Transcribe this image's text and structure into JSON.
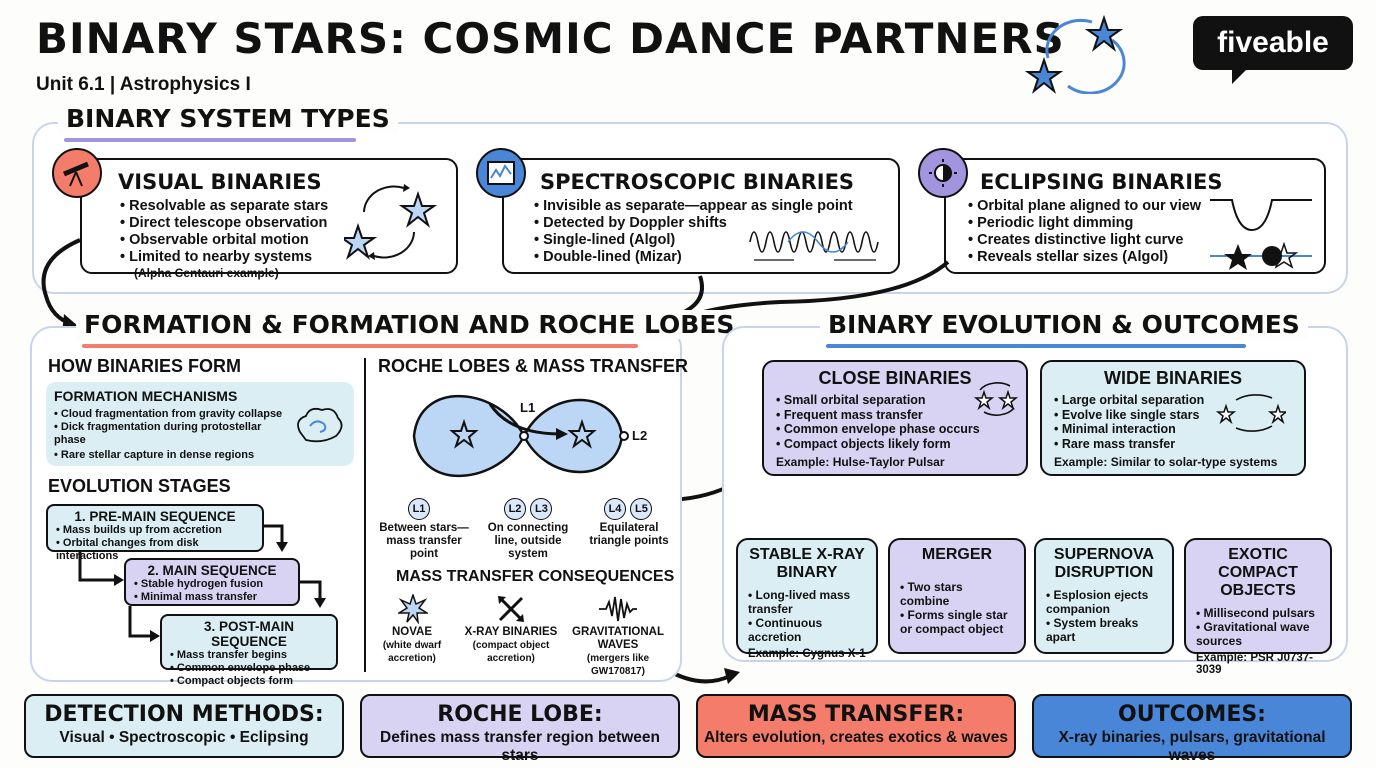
{
  "header": {
    "title": "BINARY STARS: COSMIC DANCE PARTNERS",
    "subtitle": "Unit 6.1 | Astrophysics I",
    "logo": "fiveable"
  },
  "colors": {
    "blue_fill": "#bcd7f5",
    "purple_fill": "#d9d3f3",
    "teal_fill": "#dbeef3",
    "coral": "#f47c6a",
    "blue": "#4a86d8",
    "purple": "#a394e0"
  },
  "types": {
    "heading": "BINARY SYSTEM TYPES",
    "visual": {
      "title": "VISUAL BINARIES",
      "icon": "telescope-icon",
      "items": [
        "Resolvable as separate stars",
        "Direct telescope observation",
        "Observable orbital motion",
        "Limited to nearby systems"
      ],
      "note": "(Alpha Centauri example)"
    },
    "spectroscopic": {
      "title": "SPECTROSCOPIC BINARIES",
      "icon": "spectrum-chart-icon",
      "items": [
        "Invisible as separate—appear as single point",
        "Detected by Doppler shifts",
        "Single-lined (Algol)",
        "Double-lined (Mizar)"
      ]
    },
    "eclipsing": {
      "title": "ECLIPSING BINARIES",
      "icon": "eclipse-icon",
      "items": [
        "Orbital plane aligned to our view",
        "Periodic light dimming",
        "Creates distinctive light curve",
        "Reveals stellar sizes (Algol)"
      ]
    }
  },
  "formation": {
    "heading": "FORMATION & FORMATION AND ROCHE LOBES",
    "how_heading": "HOW BINARIES FORM",
    "mech_heading": "FORMATION MECHANISMS",
    "mech_items": [
      "Cloud fragmentation from gravity collapse",
      "Dick fragmentation during protostellar phase",
      "Rare stellar capture in dense regions"
    ],
    "stages_heading": "EVOLUTION STAGES",
    "stages": [
      {
        "title": "1. PRE-MAIN SEQUENCE",
        "items": [
          "Mass builds up from accretion",
          "Orbital changes from disk interactions"
        ]
      },
      {
        "title": "2. MAIN SEQUENCE",
        "items": [
          "Stable hydrogen fusion",
          "Minimal mass transfer"
        ]
      },
      {
        "title": "3. POST-MAIN SEQUENCE",
        "items": [
          "Mass transfer begins",
          "Common envelope phase",
          "Compact objects form"
        ]
      }
    ],
    "roche_heading": "ROCHE LOBES & MASS TRANSFER",
    "l1": "L1",
    "l2": "L2",
    "lagrange": [
      {
        "badges": [
          "L1"
        ],
        "caption": "Between stars—mass transfer point"
      },
      {
        "badges": [
          "L2",
          "L3"
        ],
        "caption": "On connecting line, outside system"
      },
      {
        "badges": [
          "L4",
          "L5"
        ],
        "caption": "Equilateral triangle points"
      }
    ],
    "consequences_heading": "MASS TRANSFER CONSEQUENCES",
    "consequences": [
      {
        "title": "NOVAE",
        "note": "(white dwarf accretion)",
        "icon": "nova-burst-icon"
      },
      {
        "title": "X-RAY BINARIES",
        "note": "(compact object accretion)",
        "icon": "xray-arrows-icon"
      },
      {
        "title": "GRAVITATIONAL WAVES",
        "note": "(mergers like GW170817)",
        "icon": "waveform-icon"
      }
    ]
  },
  "evolution": {
    "heading": "BINARY EVOLUTION & OUTCOMES",
    "close": {
      "title": "CLOSE BINARIES",
      "items": [
        "Small orbital separation",
        "Frequent mass transfer",
        "Common envelope phase occurs",
        "Compact objects likely form"
      ],
      "example": "Example: Hulse-Taylor Pulsar"
    },
    "wide": {
      "title": "WIDE BINARIES",
      "items": [
        "Large orbital separation",
        "Evolve like single stars",
        "Minimal interaction",
        "Rare mass transfer"
      ],
      "example": "Example: Similar to solar-type systems"
    },
    "outcomes": [
      {
        "title": "STABLE X-RAY BINARY",
        "items": [
          "Long-lived mass transfer",
          "Continuous accretion"
        ],
        "example": "Example: Cygnus X-1"
      },
      {
        "title": "MERGER",
        "items": [
          "Two stars combine",
          "Forms single star or compact object"
        ],
        "example": ""
      },
      {
        "title": "SUPERNOVA DISRUPTION",
        "items": [
          "Esplosion ejects companion",
          "System breaks apart"
        ],
        "example": ""
      },
      {
        "title": "EXOTIC COMPACT OBJECTS",
        "items": [
          "Millisecond pulsars",
          "Gravitational wave sources"
        ],
        "example": "Example: PSR J0737-3039"
      }
    ]
  },
  "footer": [
    {
      "title": "DETECTION METHODS:",
      "text": "Visual • Spectroscopic • Eclipsing"
    },
    {
      "title": "ROCHE LOBE:",
      "text": "Defines mass transfer region between stars"
    },
    {
      "title": "MASS TRANSFER:",
      "text": "Alters evolution, creates exotics & waves"
    },
    {
      "title": "OUTCOMES:",
      "text": "X-ray binaries, pulsars, gravitational waves"
    }
  ]
}
